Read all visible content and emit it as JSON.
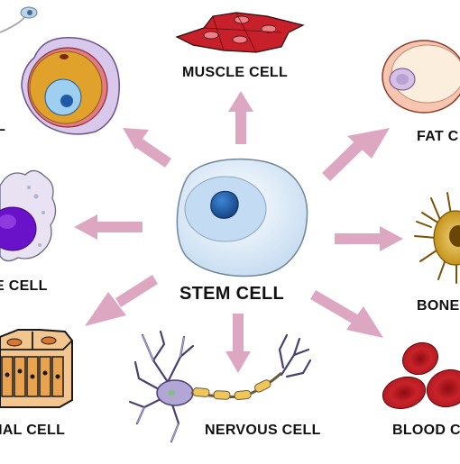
{
  "center": {
    "label": "STEM CELL"
  },
  "cells": {
    "muscle": {
      "label": "MUSCLE CELL"
    },
    "egg": {
      "label": "LL"
    },
    "fat": {
      "label": "FAT C"
    },
    "immune": {
      "label": "E CELL"
    },
    "bone": {
      "label": "BONE"
    },
    "epithelial": {
      "label": "LIAL CELL"
    },
    "nervous": {
      "label": "NERVOUS CELL"
    },
    "blood": {
      "label": "BLOOD C"
    }
  },
  "colors": {
    "arrow": "#dda7c1",
    "stem_membrane": "#dbe9f6",
    "stem_nucleus": "#1f5ba8",
    "muscle": "#c8202a",
    "fat": "#f7c9b5",
    "immune_nucleus": "#6a12c9",
    "bone": "#c79519",
    "blood": "#c31c22",
    "nerve": "#b2a6d6",
    "myelin": "#f0c65a",
    "epithelial": "#d97a2d"
  }
}
